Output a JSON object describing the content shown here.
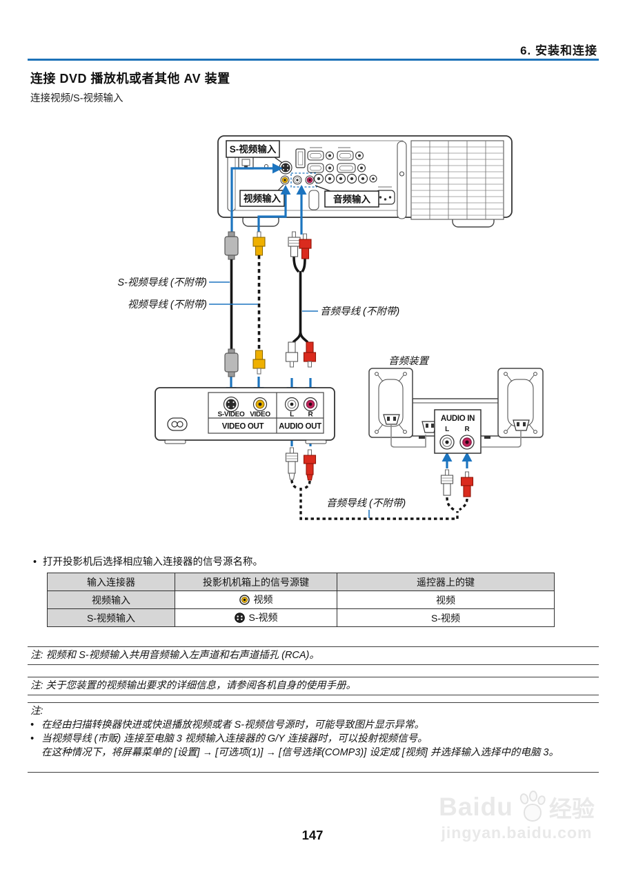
{
  "page": {
    "header": "6. 安装和连接",
    "title": "连接 DVD 播放机或者其他 AV 装置",
    "subtitle": "连接视频/S-视频输入",
    "page_number": "147"
  },
  "colors": {
    "accent_blue": "#1d72b8",
    "rca_yellow": "#e8b000",
    "rca_red": "#da2b1e",
    "jack_magenta": "#c2255c",
    "table_gray": "#d6d6d6"
  },
  "diagram": {
    "projector_callouts": {
      "s_video": "S-视频输入",
      "video": "视频输入",
      "audio": "音频输入"
    },
    "cable_labels": {
      "s_video": "S-视频导线 (不附带)",
      "video": "视频导线 (不附带)",
      "audio_top": "音频导线 (不附带)",
      "audio_bottom": "音频导线 (不附带)"
    },
    "audio_equipment_label": "音频装置",
    "dvd_panel": {
      "s_video": "S-VIDEO",
      "video": "VIDEO",
      "l": "L",
      "r": "R",
      "video_out": "VIDEO OUT",
      "audio_out": "AUDIO OUT"
    },
    "audio_in_panel": {
      "title": "AUDIO IN",
      "l": "L",
      "r": "R"
    }
  },
  "instruction": {
    "bullet": "•",
    "text": "打开投影机后选择相应输入连接器的信号源名称。"
  },
  "table": {
    "headers": [
      "输入连接器",
      "投影机机箱上的信号源键",
      "遥控器上的键"
    ],
    "rows": [
      {
        "connector": "视频输入",
        "source_button": "视频",
        "remote_key": "视频",
        "icon": "video-rca-icon"
      },
      {
        "connector": "S-视频输入",
        "source_button": "S-视频",
        "remote_key": "S-视频",
        "icon": "s-video-icon"
      }
    ]
  },
  "notes": [
    {
      "text": "注: 视频和 S-视频输入共用音频输入左声道和右声道插孔 (RCA)。"
    },
    {
      "text": "注: 关于您装置的视频输出要求的详细信息，请参阅各机自身的使用手册。"
    },
    {
      "label": "注:",
      "bullet": "•",
      "bullets": [
        {
          "text": "在经由扫描转换器快进或快退播放视频或者 S-视频信号源时，可能导致图片显示异常。",
          "continuation": ""
        },
        {
          "text": "当视频导线 (市贩) 连接至电脑 3 视频输入连接器的 G/Y 连接器时，可以投射视频信号。",
          "continuation": "在这种情况下，将屏幕菜单的 [设置] → [可选项(1)] → [信号选择(COMP3)] 设定成 [视频] 并选择输入选择中的电脑 3。"
        }
      ]
    }
  ],
  "watermark": {
    "brand": "Baidu",
    "brand_cn": "经验",
    "url": "jingyan.baidu.com"
  }
}
